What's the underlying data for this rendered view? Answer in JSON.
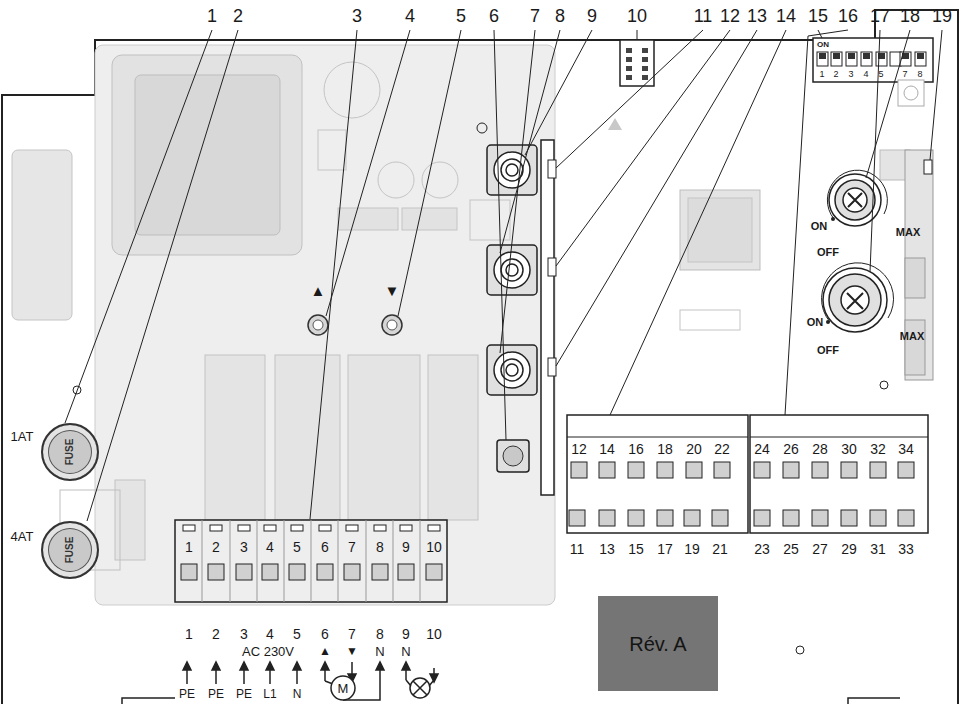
{
  "diagram": {
    "nodes": [
      {
        "text": [
          "FUSE"
        ]
      },
      {
        "text": [
          "FUSE"
        ]
      },
      {
        "text": [
          "Rév. A"
        ]
      }
    ],
    "labels": [
      "1",
      "2",
      "3",
      "4",
      "5",
      "6",
      "7",
      "8",
      "9",
      "10",
      "11",
      "12",
      "13",
      "14",
      "15",
      "16",
      "17",
      "18",
      "19",
      "1AT",
      "4AT",
      "▲",
      "▼",
      "1",
      "2",
      "3",
      "4",
      "5",
      "6",
      "7",
      "8",
      "9",
      "10",
      "1",
      "2",
      "3",
      "4",
      "5",
      "6",
      "7",
      "8",
      "9",
      "10",
      "AC 230V",
      "▲",
      "▼",
      "N",
      "N",
      "PE",
      "PE",
      "PE",
      "L1",
      "N",
      "M",
      "12",
      "14",
      "16",
      "18",
      "20",
      "22",
      "24",
      "26",
      "28",
      "30",
      "32",
      "34",
      "11",
      "13",
      "15",
      "17",
      "19",
      "21",
      "23",
      "25",
      "27",
      "29",
      "31",
      "33",
      "ON",
      "OFF",
      "MAX",
      "ON",
      "OFF",
      "MAX",
      "ON",
      "1",
      "2",
      "3",
      "4",
      "5",
      "7",
      "8"
    ]
  }
}
